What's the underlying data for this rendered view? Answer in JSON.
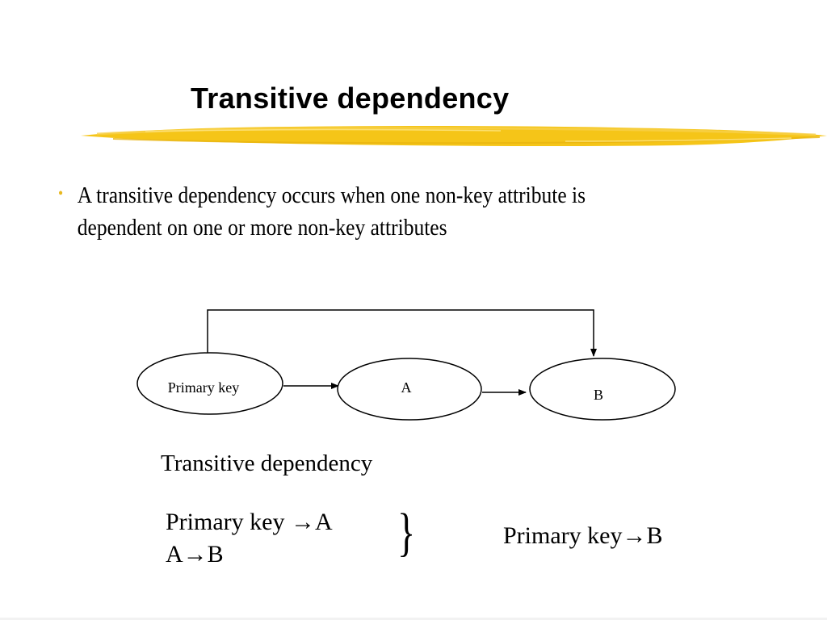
{
  "slide": {
    "title": "Transitive dependency",
    "accent_color": "#f5c518",
    "bullet_color": "#e8b820",
    "bullets": [
      {
        "line1": "A transitive dependency occurs when one non-key attribute is",
        "line2": "dependent on one or more non-key attributes"
      }
    ]
  },
  "diagram": {
    "nodes": {
      "primary_key": "Primary key",
      "a": "A",
      "b": "B"
    }
  },
  "caption": "Transitive dependency",
  "rules": {
    "rule1": "Primary key →A",
    "rule2": "A→B",
    "brace": "}",
    "result": "Primary key→B"
  }
}
